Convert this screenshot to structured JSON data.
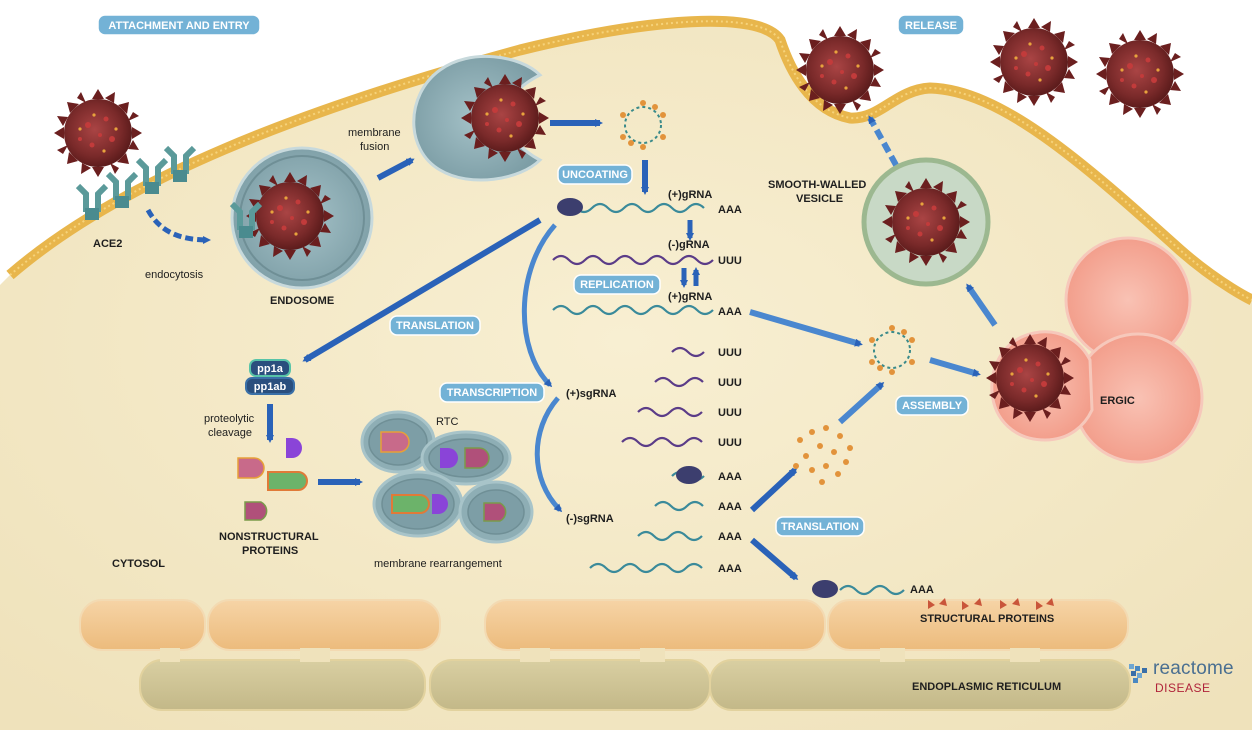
{
  "sections": {
    "attachment_entry": "ATTACHMENT AND ENTRY",
    "release": "RELEASE",
    "cytosol": "CYTOSOL",
    "endoplasmic_reticulum": "ENDOPLASMIC RETICULUM"
  },
  "labels": {
    "ace2": "ACE2",
    "endocytosis": "endocytosis",
    "endosome": "ENDOSOME",
    "membrane_fusion_1": "membrane",
    "membrane_fusion_2": "fusion",
    "smooth_walled_1": "SMOOTH-WALLED",
    "smooth_walled_2": "VESICLE",
    "ergic": "ERGIC",
    "rtc": "RTC",
    "proteolytic_1": "proteolytic",
    "proteolytic_2": "cleavage",
    "nonstructural_1": "NONSTRUCTURAL",
    "nonstructural_2": "PROTEINS",
    "membrane_rearrangement": "membrane rearrangement",
    "structural_proteins": "STRUCTURAL PROTEINS",
    "pp1a": "pp1a",
    "pp1ab": "pp1ab"
  },
  "steps": {
    "uncoating": "UNCOATING",
    "translation_1": "TRANSLATION",
    "replication": "REPLICATION",
    "transcription": "TRANSCRIPTION",
    "assembly": "ASSEMBLY",
    "translation_2": "TRANSLATION"
  },
  "rna": {
    "gRNA_plus": "(+)gRNA",
    "gRNA_minus": "(-)gRNA",
    "gRNA_plus_2": "(+)gRNA",
    "sgRNA_plus": "(+)sgRNA",
    "sgRNA_minus": "(-)sgRNA",
    "aaa": "AAA",
    "uuu": "UUU"
  },
  "logo": {
    "brand": "reactome",
    "sub": "DISEASE"
  },
  "colors": {
    "cytoplasm": "#f5eccd",
    "membrane": "#e8b64c",
    "step_tag": "#73b2d6",
    "arrow": "#2a62b8",
    "endosome": "#8eaeb5",
    "er": "#f1ca95",
    "ergic": "#f4a898",
    "vesicle": "#c8d9c6",
    "virion": "#7a2a2a"
  }
}
